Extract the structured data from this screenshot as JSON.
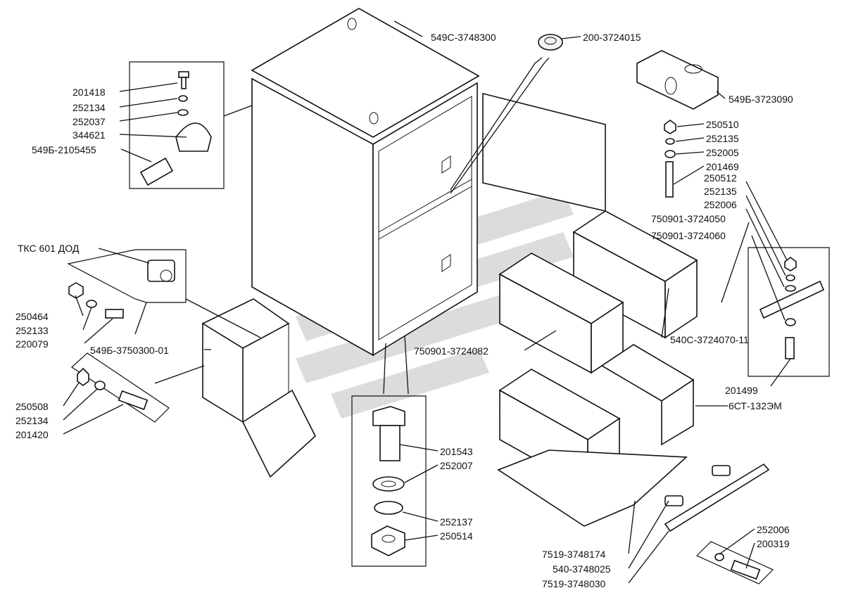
{
  "labels": {
    "cabinet": "549С-3748300",
    "grommet": "200-3724015",
    "jumper_box": "549Б-3723090",
    "bolt_201418": "201418",
    "washer_252134_a": "252134",
    "washer_252037": "252037",
    "clamp_344621": "344621",
    "sleeve_549b": "549Б-2105455",
    "socket_tks": "ТКС 601 ДОД",
    "nut_250464": "250464",
    "washer_252133": "252133",
    "bolt_220079": "220079",
    "socket_box": "549Б-3750300-01",
    "nut_250508": "250508",
    "washer_252134_b": "252134",
    "bolt_201420": "201420",
    "bolt_201543": "201543",
    "washer_252007": "252007",
    "washer_252137": "252137",
    "nut_250514": "250514",
    "cable_750901_82": "750901-3724082",
    "nut_250510": "250510",
    "washer_252135_a": "252135",
    "washer_252005": "252005",
    "bolt_201469": "201469",
    "nut_250512": "250512",
    "washer_252135_b": "252135",
    "washer_252006_a": "252006",
    "cable_750901_50": "750901-3724050",
    "cable_750901_60": "750901-3724060",
    "cable_540c": "540С-3724070-11",
    "bolt_201499": "201499",
    "battery": "6СТ-132ЭМ",
    "washer_252006_b": "252006",
    "bolt_200319": "200319",
    "mat_7519_74": "7519-3748174",
    "pad_540": "540-3748025",
    "bar_7519_30": "7519-3748030"
  }
}
